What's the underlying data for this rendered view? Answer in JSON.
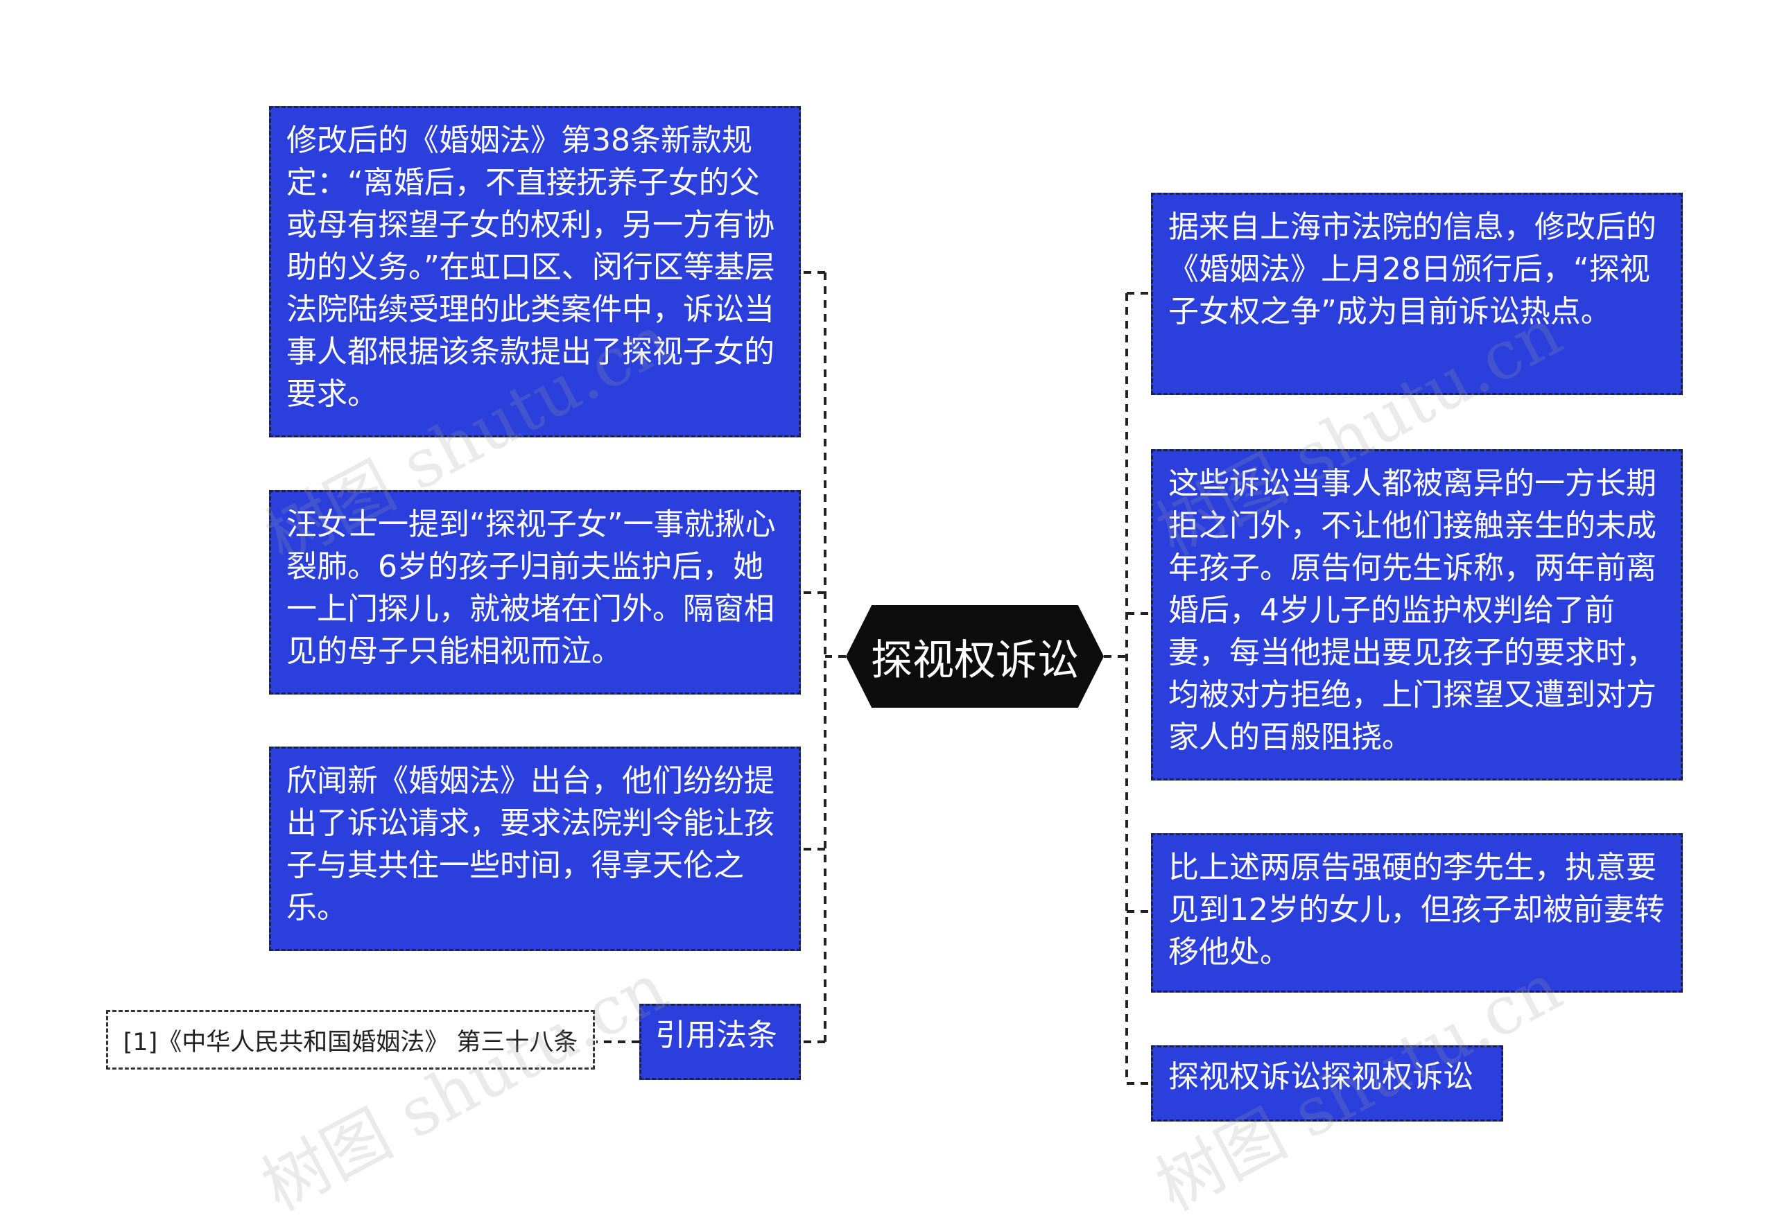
{
  "center": {
    "label": "探视权诉讼"
  },
  "left_nodes": [
    {
      "text": "修改后的《婚姻法》第38条新款规定：“离婚后，不直接抚养子女的父或母有探望子女的权利，另一方有协助的义务。”在虹口区、闵行区等基层法院陆续受理的此类案件中，诉讼当事人都根据该条款提出了探视子女的要求。"
    },
    {
      "text": "汪女士一提到“探视子女”一事就揪心裂肺。6岁的孩子归前夫监护后，她一上门探儿，就被堵在门外。隔窗相见的母子只能相视而泣。"
    },
    {
      "text": "欣闻新《婚姻法》出台，他们纷纷提出了诉讼请求，要求法院判令能让孩子与其共住一些时间，得享天伦之乐。"
    },
    {
      "text": "引用法条"
    }
  ],
  "reference": {
    "text": "[1]《中华人民共和国婚姻法》 第三十八条"
  },
  "right_nodes": [
    {
      "text": "据来自上海市法院的信息，修改后的《婚姻法》上月28日颁行后，“探视子女权之争”成为目前诉讼热点。"
    },
    {
      "text": "这些诉讼当事人都被离异的一方长期拒之门外，不让他们接触亲生的未成年孩子。原告何先生诉称，两年前离婚后，4岁儿子的监护权判给了前妻，每当他提出要见孩子的要求时，均被对方拒绝，上门探望又遭到对方家人的百般阻挠。"
    },
    {
      "text": "比上述两原告强硬的李先生，执意要见到12岁的女儿，但孩子却被前妻转移他处。"
    },
    {
      "text": "探视权诉讼探视权诉讼"
    }
  ],
  "watermarks": [
    "树图 shutu.cn",
    "树图 shutu.cn",
    "树图 shutu.cn",
    "树图 shutu.cn"
  ],
  "colors": {
    "node_fill": "#2a3fdc",
    "node_border": "#1b2247",
    "center_fill": "#0d0d0d",
    "text": "#ffffff",
    "connector": "#222222"
  }
}
